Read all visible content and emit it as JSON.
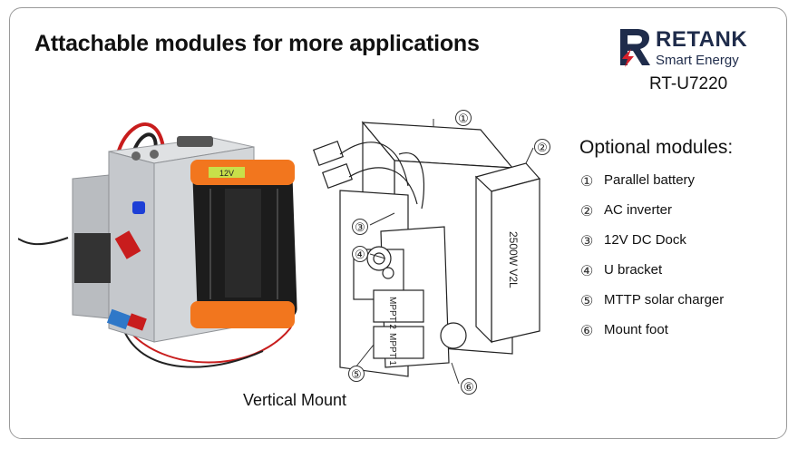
{
  "headline": "Attachable modules for more applications",
  "brand": {
    "initial": "R",
    "word": "RETANK",
    "tagline": "Smart Energy",
    "model": "RT-U7220",
    "colors": {
      "navy": "#1f2c4b",
      "red": "#d6202b"
    }
  },
  "photo": {
    "caption": "Vertical Mount",
    "inverter_display": "12V",
    "colors": {
      "orange": "#f2761e",
      "steel": "#c9ccd0"
    }
  },
  "diagram": {
    "callouts": [
      "①",
      "②",
      "③",
      "④",
      "⑤",
      "⑥"
    ],
    "module_labels": {
      "ac": "2500W V2L",
      "mppt1": "MPPT 1",
      "mppt2": "MPPT 2"
    }
  },
  "options": {
    "title": "Optional modules:",
    "items": [
      {
        "num": "①",
        "label": "Parallel battery"
      },
      {
        "num": "②",
        "label": "AC inverter"
      },
      {
        "num": "③",
        "label": "12V DC Dock"
      },
      {
        "num": "④",
        "label": "U bracket"
      },
      {
        "num": "⑤",
        "label": "MTTP solar charger"
      },
      {
        "num": "⑥",
        "label": "Mount foot"
      }
    ]
  }
}
